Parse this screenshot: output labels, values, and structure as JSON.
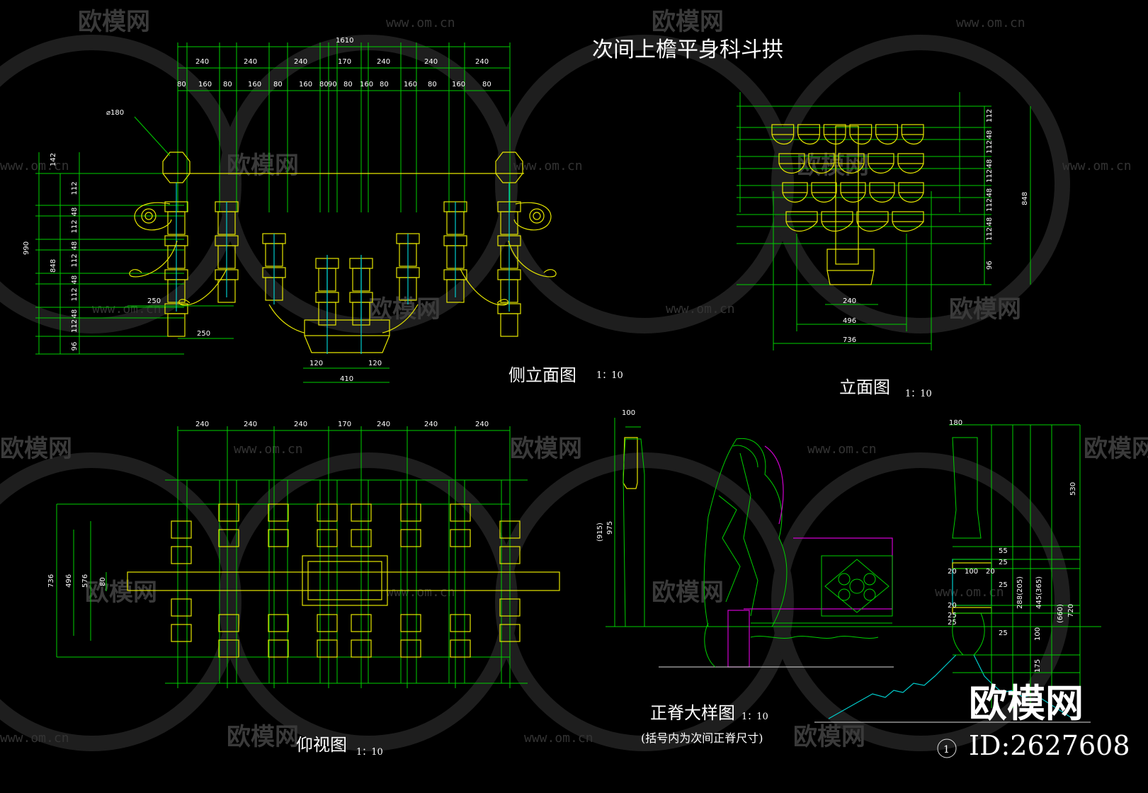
{
  "colors": {
    "background": "#000000",
    "dimension": "#00d000",
    "outline": "#e6e600",
    "axis": "#00cccc",
    "accent": "#d000d0",
    "text": "#ffffff"
  },
  "main_title": "次间上檐平身科斗拱",
  "watermark": {
    "brand": "欧模网",
    "url": "www.om.cn",
    "id": "ID:2627608"
  },
  "side_view": {
    "label": "侧立面图",
    "scale": "1：10",
    "diameter": "⌀180",
    "top_total": "1610",
    "top_row": [
      "240",
      "240",
      "240",
      "170",
      "240",
      "240",
      "240"
    ],
    "second_row": [
      "80",
      "160",
      "80",
      "160",
      "80",
      "160",
      "80",
      "90",
      "80",
      "160",
      "80",
      "160",
      "80",
      "160",
      "80"
    ],
    "left_outer": [
      "990",
      "848",
      "142"
    ],
    "left_inner": [
      "112",
      "48",
      "112",
      "48",
      "112",
      "48",
      "112",
      "48",
      "112",
      "96"
    ],
    "bottom": [
      "250",
      "250",
      "120",
      "120",
      "410"
    ]
  },
  "front_view": {
    "label": "立面图",
    "scale": "1：10",
    "right_dims": [
      "112",
      "48",
      "112",
      "48",
      "112",
      "48",
      "112",
      "48",
      "112",
      "96"
    ],
    "total": "848",
    "bottom": [
      "240",
      "496",
      "736"
    ]
  },
  "bottom_view": {
    "label": "仰视图",
    "scale": "1：10",
    "top_row": [
      "240",
      "240",
      "240",
      "170",
      "240",
      "240",
      "240"
    ],
    "left_dims": [
      "736",
      "496",
      "576",
      "80"
    ]
  },
  "ridge_detail": {
    "label": "正脊大样图",
    "scale": "1：10",
    "note": "(括号内为次间正脊尺寸)",
    "left_dims": [
      "100",
      "(915)",
      "975"
    ],
    "right_dims": [
      "180",
      "530",
      "55",
      "25",
      "20",
      "100",
      "20",
      "25",
      "288(205)",
      "445(365)",
      "20",
      "25",
      "25",
      "(660)",
      "720",
      "100",
      "175",
      "25"
    ],
    "circle_mark": "1"
  }
}
